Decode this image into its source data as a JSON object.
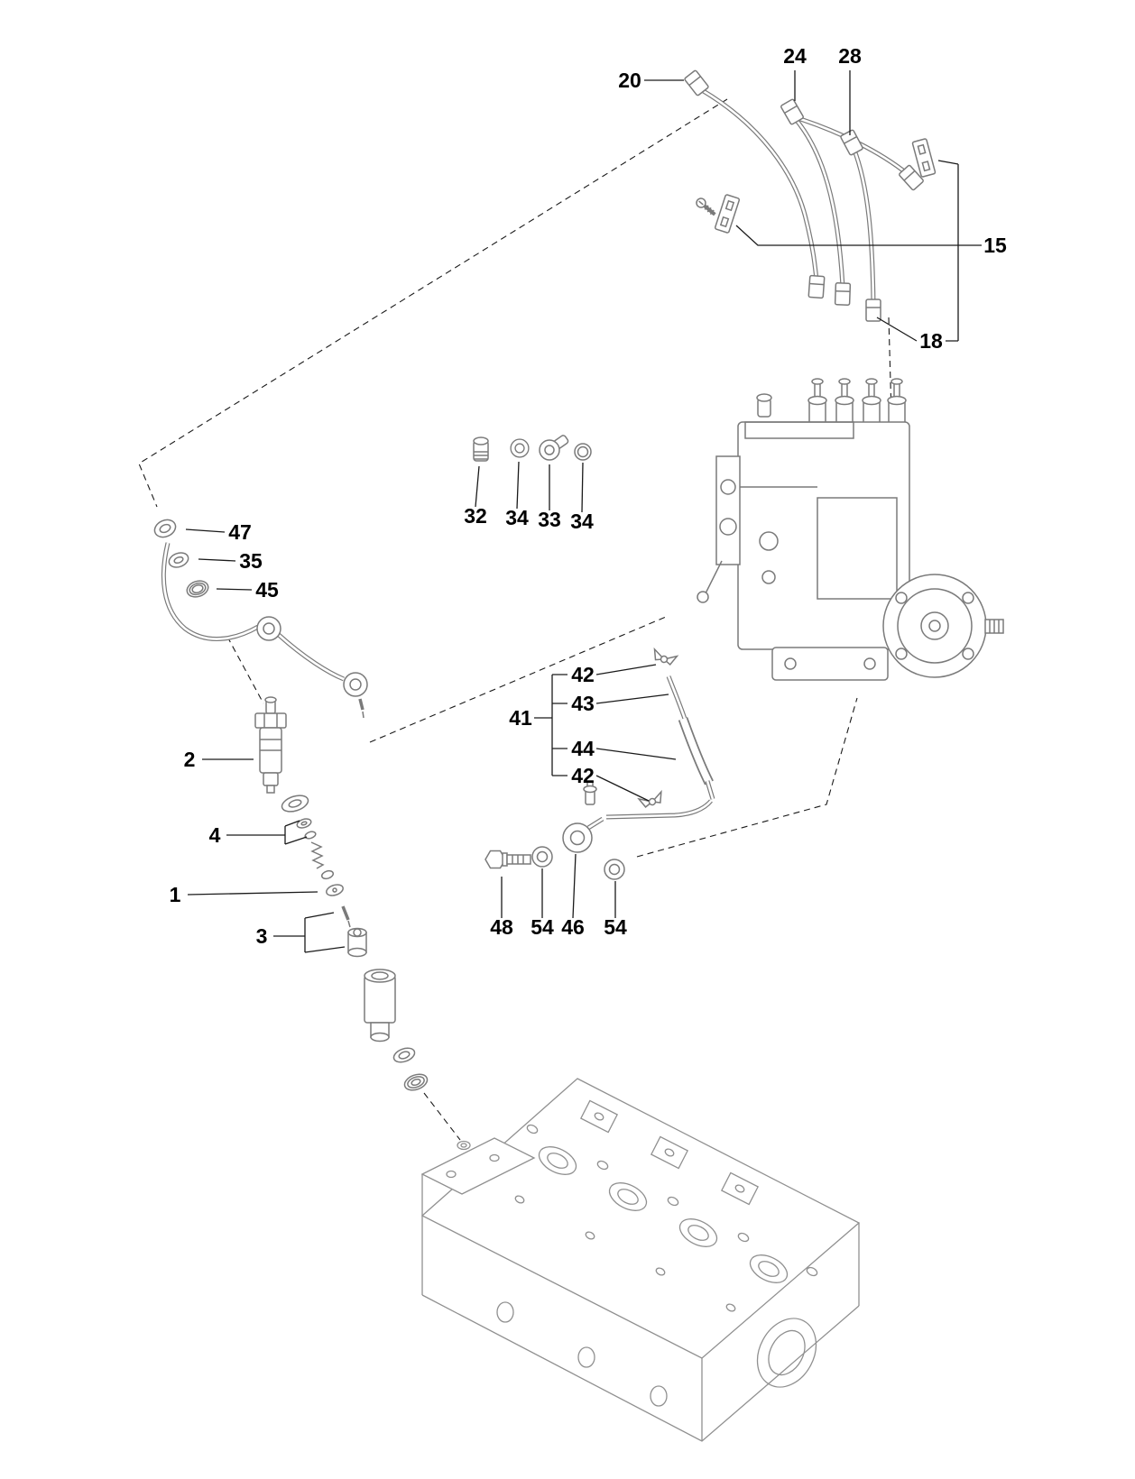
{
  "colors": {
    "background": "#ffffff",
    "part_line": "#7a7a7a",
    "head_line": "#909090",
    "leader_line": "#1a1a1a",
    "label_text": "#000000"
  },
  "callouts": {
    "c20": "20",
    "c24": "24",
    "c28": "28",
    "c15": "15",
    "c18": "18",
    "c32": "32",
    "c34a": "34",
    "c33": "33",
    "c34b": "34",
    "c47": "47",
    "c35": "35",
    "c45": "45",
    "c41": "41",
    "c42a": "42",
    "c43": "43",
    "c44": "44",
    "c42b": "42",
    "c2": "2",
    "c4": "4",
    "c1": "1",
    "c3": "3",
    "c48": "48",
    "c54a": "54",
    "c46": "46",
    "c54b": "54"
  }
}
